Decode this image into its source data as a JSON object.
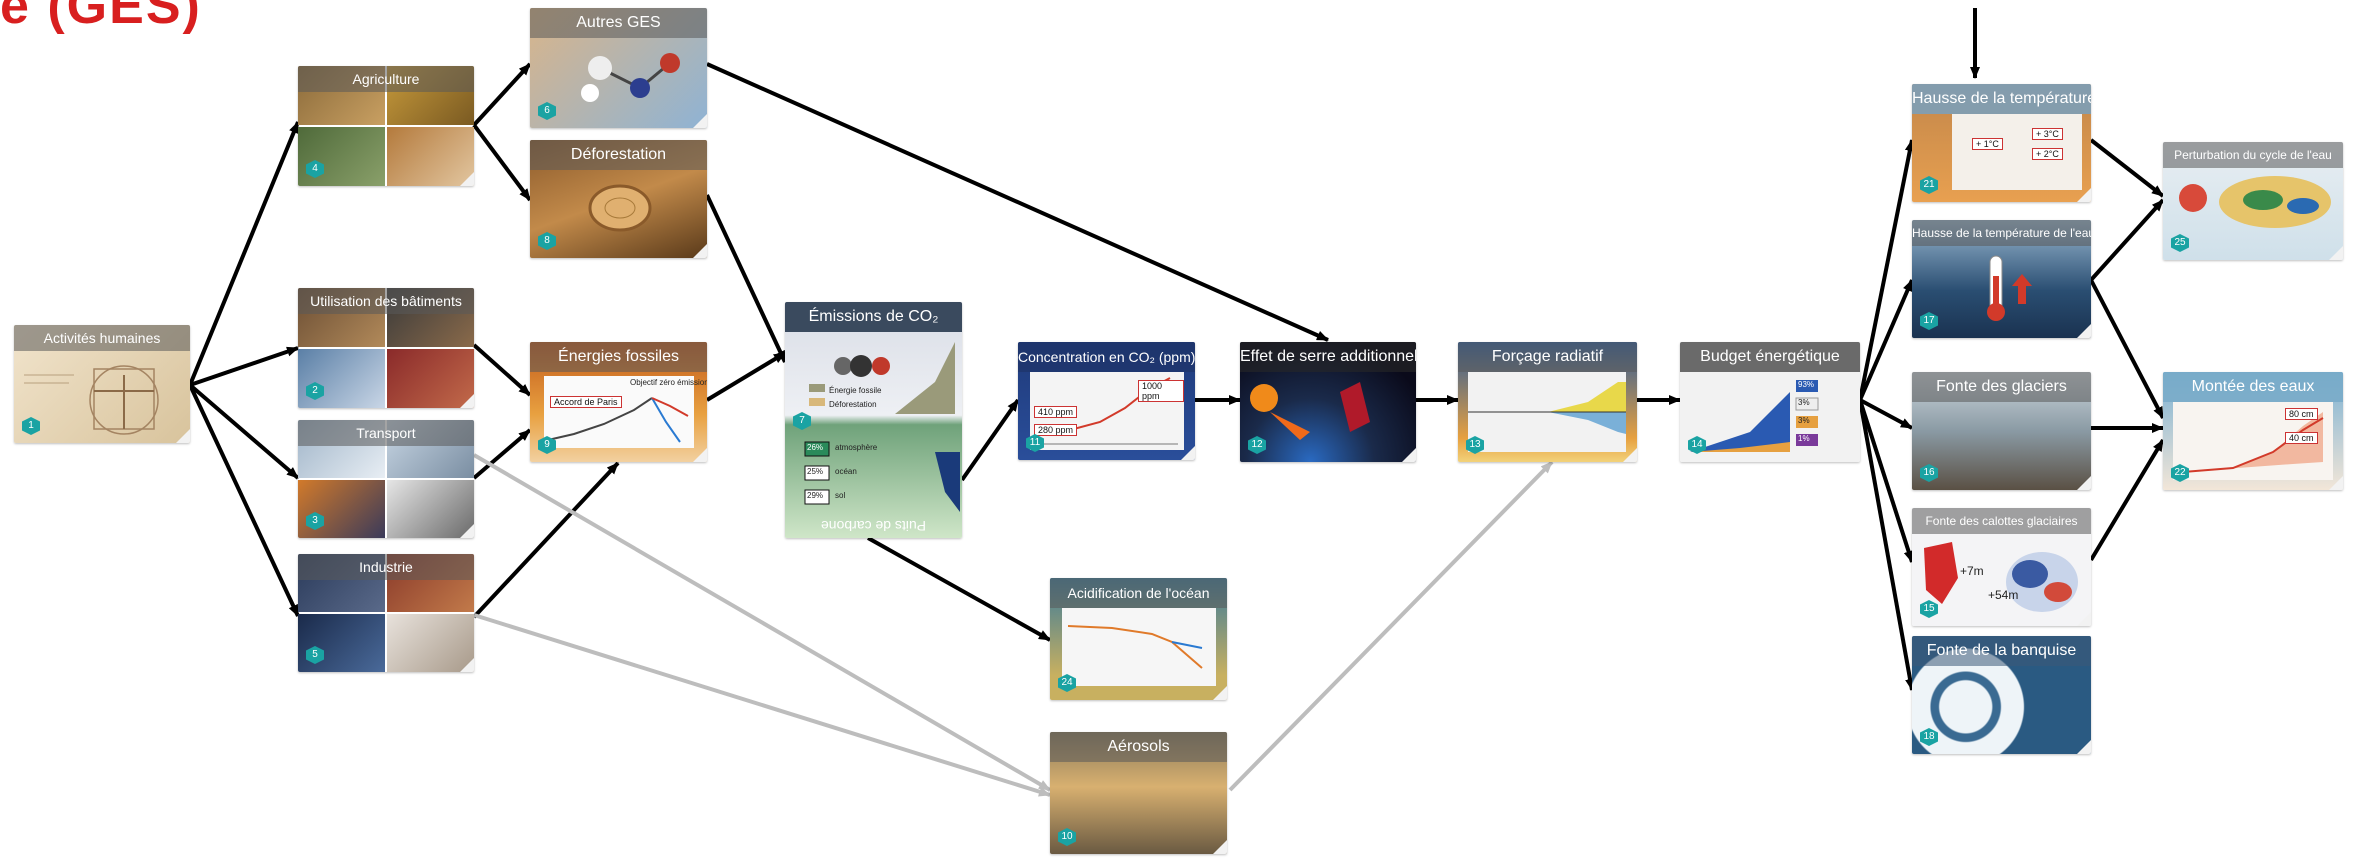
{
  "partial_title": "e (GES)",
  "nodes": {
    "activites": {
      "title": "Activités humaines",
      "num": "1"
    },
    "agriculture": {
      "title": "Agriculture",
      "num": "4"
    },
    "batiments": {
      "title": "Utilisation des bâtiments",
      "num": "2"
    },
    "transport": {
      "title": "Transport",
      "num": "3"
    },
    "industrie": {
      "title": "Industrie",
      "num": "5"
    },
    "autres_ges": {
      "title": "Autres GES",
      "num": "6"
    },
    "deforestation": {
      "title": "Déforestation",
      "num": "8"
    },
    "energies": {
      "title": "Énergies fossiles",
      "num": "9",
      "tag1": "Accord de Paris",
      "tag2": "Objectif zéro émission"
    },
    "emissions": {
      "title": "Émissions de CO₂",
      "num": "7",
      "legend1": "Énergie fossile",
      "legend2": "Déforestation",
      "pct1": "26%",
      "lab1": "atmosphère",
      "pct2": "25%",
      "lab2": "océan",
      "pct3": "29%",
      "lab3": "sol",
      "puits": "Puits de carbone"
    },
    "concentration": {
      "title": "Concentration en CO₂ (ppm)",
      "num": "11",
      "v1": "410 ppm",
      "v2": "280 ppm",
      "v3": "1000 ppm"
    },
    "acidification": {
      "title": "Acidification de l'océan",
      "num": "24"
    },
    "aerosols": {
      "title": "Aérosols",
      "num": "10"
    },
    "effet_serre": {
      "title": "Effet de serre additionnel",
      "num": "12"
    },
    "forcage": {
      "title": "Forçage radiatif",
      "num": "13"
    },
    "budget": {
      "title": "Budget énergétique",
      "num": "14",
      "r1": "93%",
      "r2": "3%",
      "r3": "3%",
      "r4": "1%"
    },
    "hausse_temp": {
      "title": "Hausse de la température",
      "num": "21",
      "t1": "+ 1°C",
      "t2": "+ 3°C",
      "t3": "+ 2°C"
    },
    "hausse_eau": {
      "title": "Hausse de la température de l'eau",
      "num": "17"
    },
    "glaciers": {
      "title": "Fonte des glaciers",
      "num": "16"
    },
    "calottes": {
      "title": "Fonte des calottes glaciaires",
      "num": "15",
      "m1": "+7m",
      "m2": "+54m"
    },
    "banquise": {
      "title": "Fonte de la banquise",
      "num": "18"
    },
    "cycle_eau": {
      "title": "Perturbation du cycle de l'eau",
      "num": "25"
    },
    "montee": {
      "title": "Montée des eaux",
      "num": "22",
      "a": "80 cm",
      "b": "40 cm"
    }
  }
}
